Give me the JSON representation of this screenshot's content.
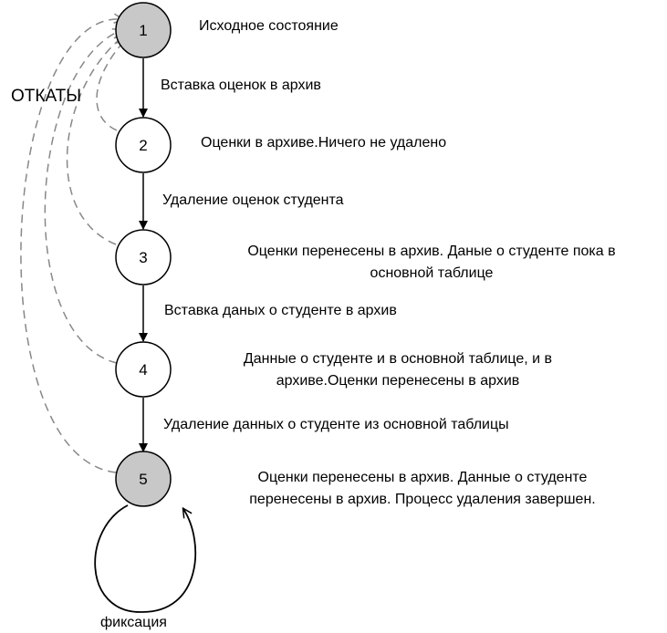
{
  "side_label": "ОТКАТЫ",
  "states": [
    {
      "id": "1",
      "desc": "Исходное состояние",
      "fill": "#c8c8c8"
    },
    {
      "id": "2",
      "desc": "Оценки в архиве.Ничего не удалено",
      "fill": "#ffffff"
    },
    {
      "id": "3",
      "desc_lines": [
        "Оценки перенесены в архив. Даные о студенте пока в",
        "основной таблице"
      ],
      "fill": "#ffffff"
    },
    {
      "id": "4",
      "desc_lines": [
        "Данные о студенте и в основной таблице, и в",
        "архиве.Оценки перенесены в архив"
      ],
      "fill": "#ffffff"
    },
    {
      "id": "5",
      "desc_lines": [
        "Оценки перенесены в архив. Данные о студенте",
        "перенесены в архив. Процесс удаления завершен."
      ],
      "fill": "#c8c8c8"
    }
  ],
  "transitions": [
    "Вставка оценок в архив",
    "Удаление оценок студента",
    "Вставка даных о студенте в архив",
    "Удаление данных о студенте из основной таблицы"
  ],
  "self_loop_label": "фиксация"
}
